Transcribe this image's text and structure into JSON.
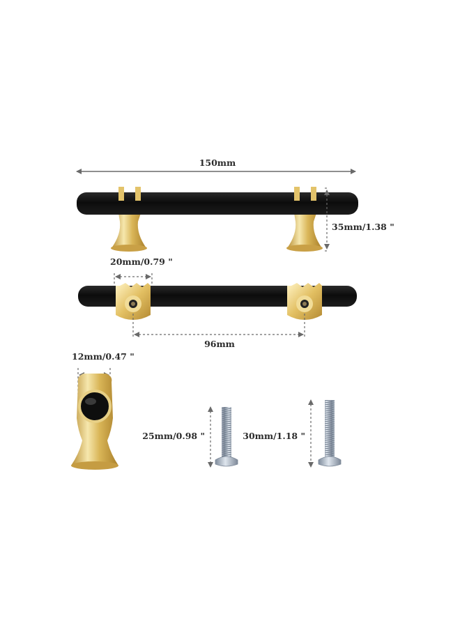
{
  "dimensions": {
    "overall_length": "150mm",
    "height": "35mm/1.38 \"",
    "base_diameter": "20mm/0.79 \"",
    "hole_spacing": "96mm",
    "bar_diameter": "12mm/0.47 \"",
    "short_screw_length": "25mm/0.98 \"",
    "long_screw_length": "30mm/1.18 \""
  },
  "colors": {
    "bar": "#111111",
    "gold": "#d8b45a",
    "gold_light": "#f4e4a8",
    "screw": "#9aa7b8",
    "annotation": "#6a6a6a"
  }
}
